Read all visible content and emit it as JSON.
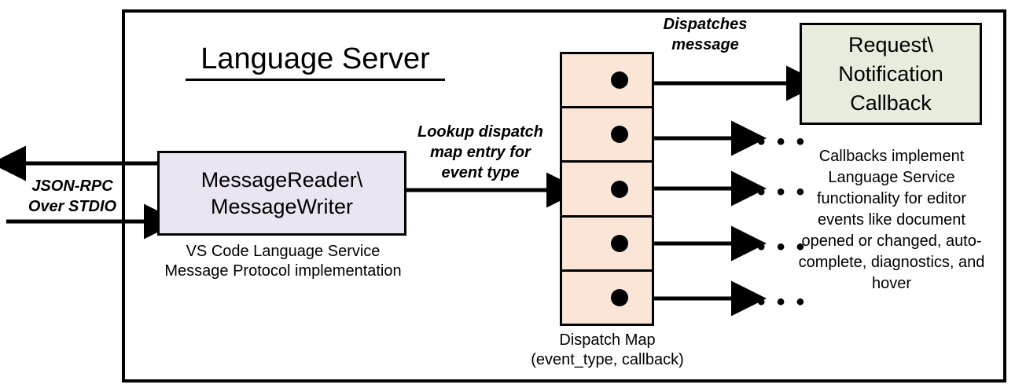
{
  "diagram": {
    "title": "Language Server",
    "boxes": {
      "reader_writer": {
        "line1": "MessageReader\\",
        "line2": "MessageWriter",
        "fill": "#e9e6f1",
        "caption_line1": "VS Code Language Service",
        "caption_line2": "Message Protocol implementation"
      },
      "callback": {
        "line1": "Request\\",
        "line2": "Notification",
        "line3": "Callback",
        "fill": "#e7ecdc",
        "caption": "Callbacks implement Language Service functionality for editor events like document opened or changed, auto-complete, diagnostics, and hover"
      },
      "dispatch_map": {
        "fill": "#fbe5d6",
        "row_count": 5,
        "caption_line1": "Dispatch Map",
        "caption_line2": "(event_type, callback)"
      }
    },
    "edge_labels": {
      "jsonrpc_line1": "JSON-RPC",
      "jsonrpc_line2": "Over STDIO",
      "lookup_line1": "Lookup dispatch",
      "lookup_line2": "map entry for",
      "lookup_line3": "event type",
      "dispatches_line1": "Dispatches",
      "dispatches_line2": "message"
    },
    "ellipsis": "• • •",
    "colors": {
      "stroke": "#000000",
      "background": "#ffffff"
    }
  }
}
